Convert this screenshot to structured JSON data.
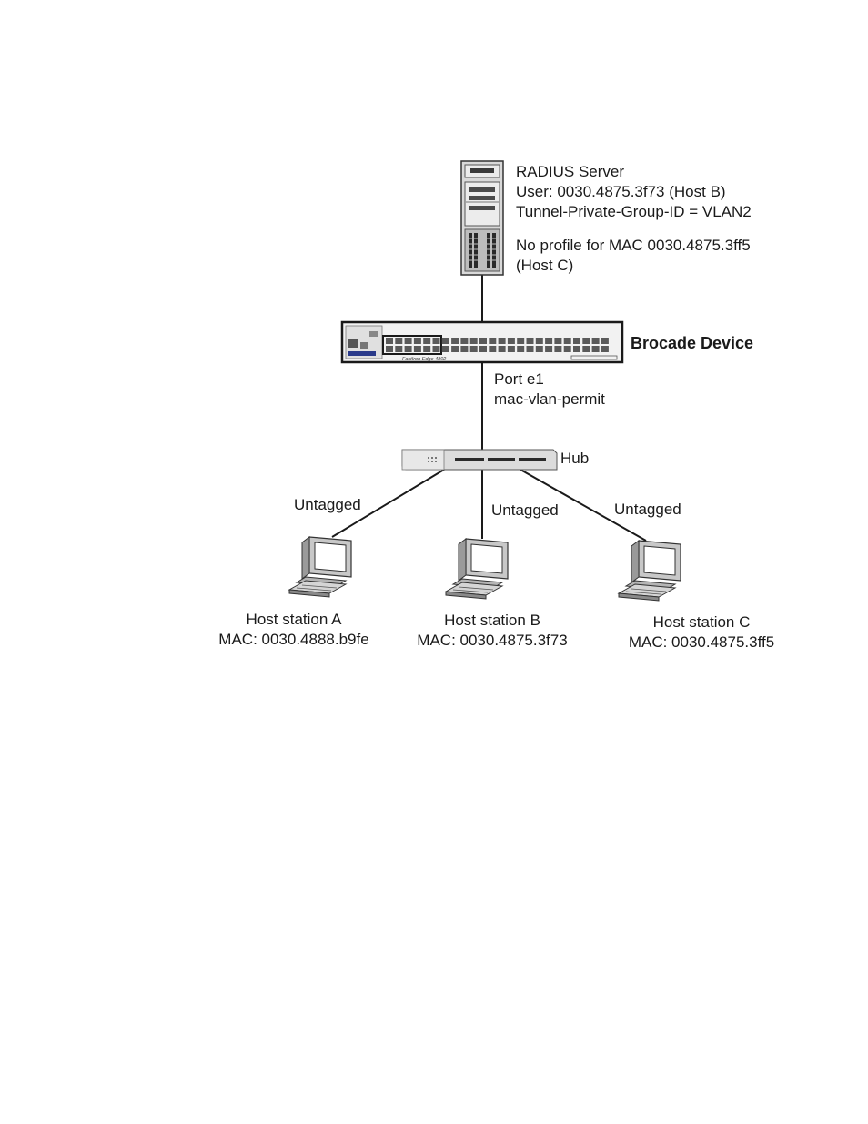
{
  "radius_server": {
    "title": "RADIUS Server",
    "user_line": "User: 0030.4875.3f73 (Host B)",
    "tunnel_line": "Tunnel-Private-Group-ID = VLAN2",
    "no_profile_line1": "No profile for MAC 0030.4875.3ff5",
    "no_profile_line2": "(Host C)"
  },
  "switch": {
    "label": "Brocade Device",
    "model_text": "FastIron Edge 4802"
  },
  "port": {
    "name": "Port e1",
    "mode": "mac-vlan-permit"
  },
  "hub": {
    "label": "Hub"
  },
  "links": {
    "a": "Untagged",
    "b": "Untagged",
    "c": "Untagged"
  },
  "hosts": [
    {
      "name": "Host station A",
      "mac": "MAC: 0030.4888.b9fe"
    },
    {
      "name": "Host station B",
      "mac": "MAC: 0030.4875.3f73"
    },
    {
      "name": "Host station C",
      "mac": "MAC: 0030.4875.3ff5"
    }
  ],
  "colors": {
    "line": "#1a1a1a",
    "device_fill": "#e6e6e6",
    "device_dark": "#3a3a3a"
  }
}
